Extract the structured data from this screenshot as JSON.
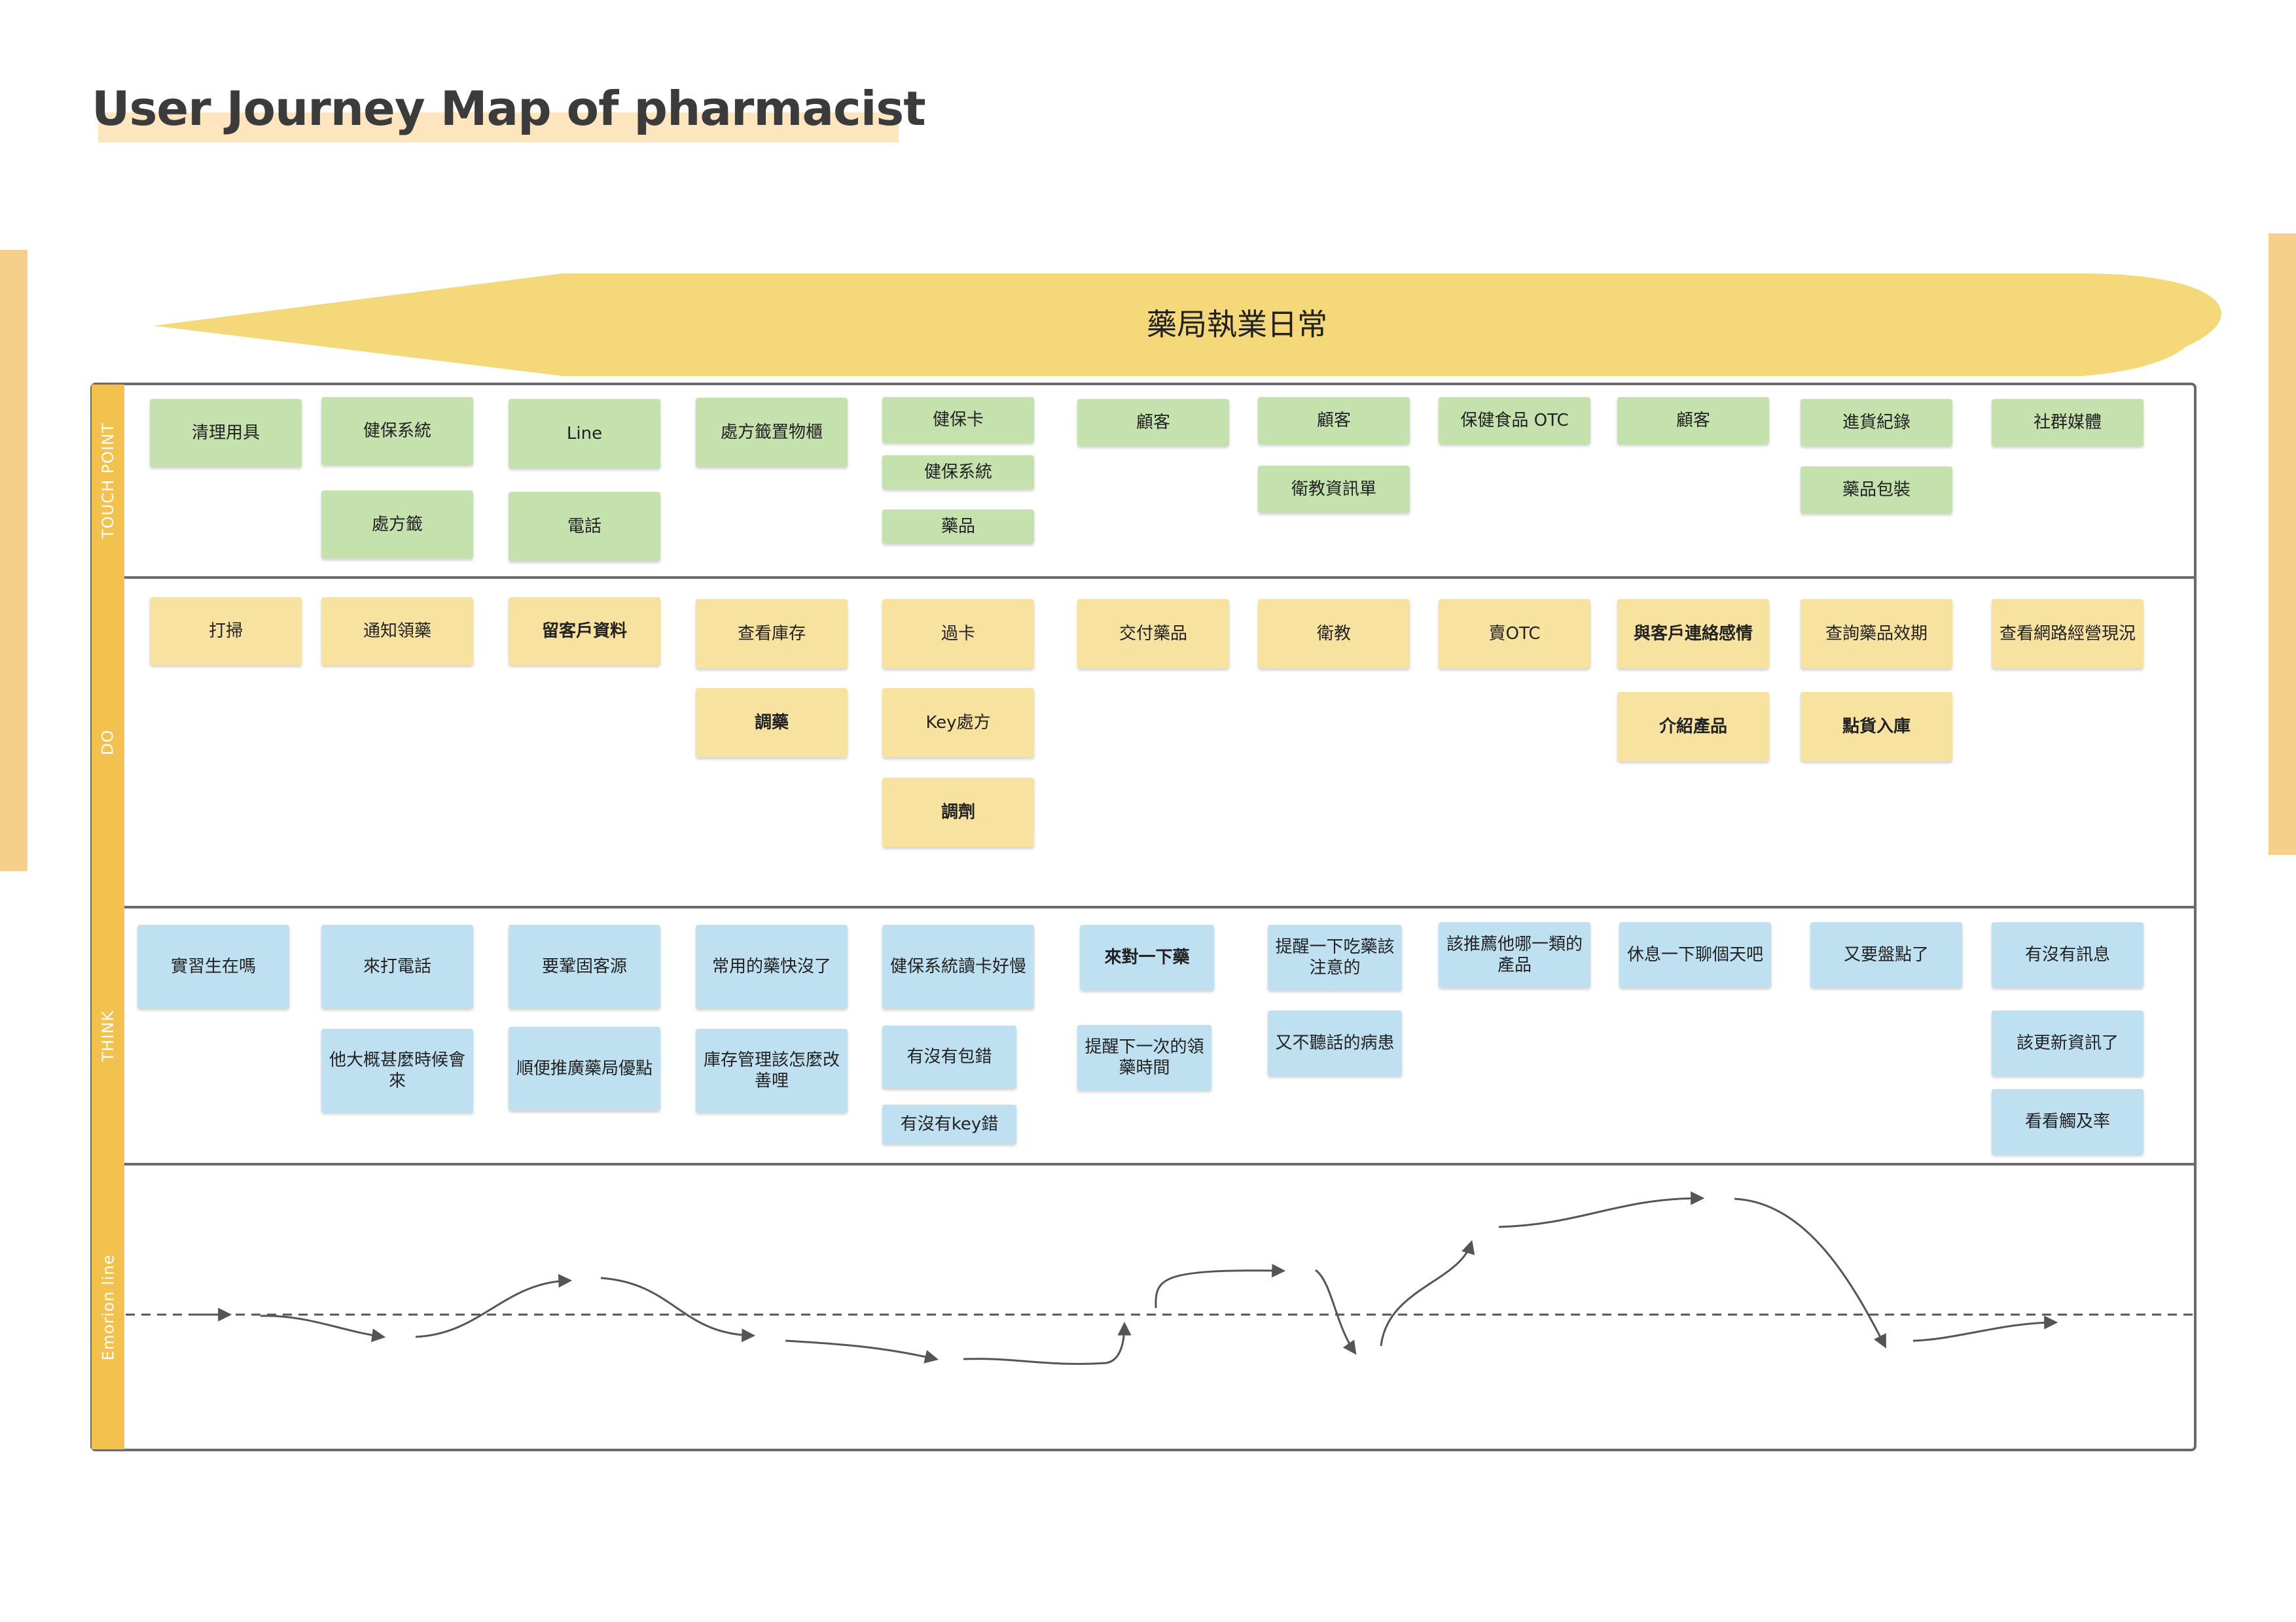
{
  "title": "User Journey Map of pharmacist",
  "banner": "藥局執業日常",
  "rows": {
    "touch_point": "TOUCH POINT",
    "do": "DO",
    "think": "THINK",
    "emotion": "Emorion line"
  },
  "touch_points": [
    "清理用具",
    "健保系統",
    "處方籤",
    "Line",
    "電話",
    "處方籤置物櫃",
    "健保卡",
    "健保系統",
    "藥品",
    "顧客",
    "顧客",
    "衛教資訊單",
    "保健食品 OTC",
    "顧客",
    "進貨紀錄",
    "藥品包裝",
    "社群媒體"
  ],
  "do": [
    "打掃",
    "通知領藥",
    "留客戶資料",
    "查看庫存",
    "調藥",
    "過卡",
    "Key處方",
    "調劑",
    "交付藥品",
    "衛教",
    "賣OTC",
    "與客戶連絡感情",
    "介紹產品",
    "查詢藥品效期",
    "點貨入庫",
    "查看網路經營現況"
  ],
  "think": [
    "實習生在嗎",
    "來打電話",
    "他大概甚麼時候會來",
    "要鞏固客源",
    "順便推廣藥局優點",
    "常用的藥快沒了",
    "庫存管理該怎麼改善哩",
    "健保系統讀卡好慢",
    "有沒有包錯",
    "有沒有key錯",
    "來對一下藥",
    "提醒下一次的領藥時間",
    "提醒一下吃藥該注意的",
    "又不聽話的病患",
    "該推薦他哪一類的產品",
    "休息一下聊個天吧",
    "又要盤點了",
    "有沒有訊息",
    "該更新資訊了",
    "看看觸及率"
  ],
  "colors": {
    "touch": "#c4e1ae",
    "do": "#f8e2a0",
    "think": "#bfe0f1",
    "label_bar": "#f2c14e",
    "banner": "#f5d87a",
    "accent_side": "#f6cf8a",
    "title_highlight": "#fde5c0"
  }
}
